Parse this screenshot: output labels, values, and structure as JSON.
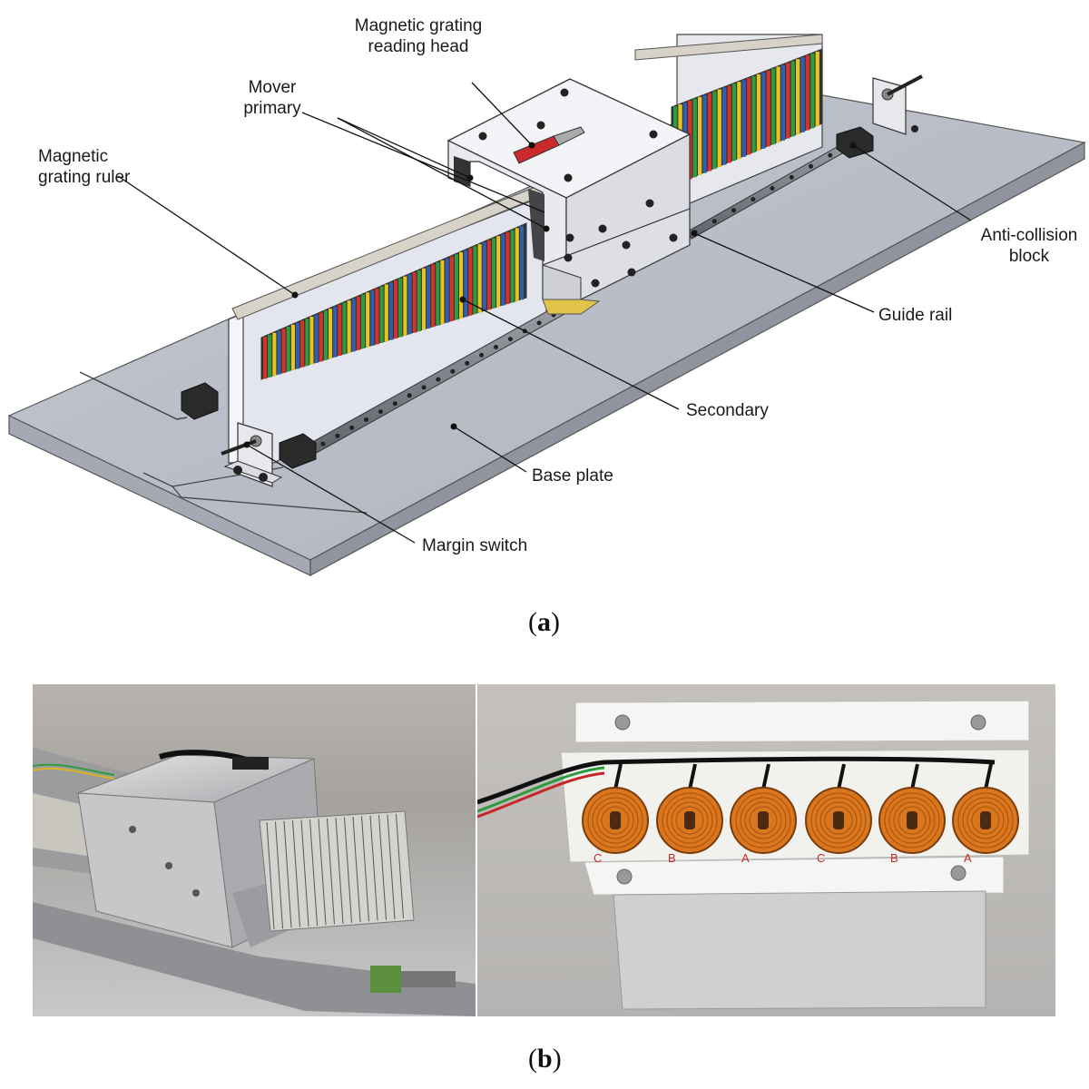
{
  "panel_a": {
    "labels": {
      "reading_head": "Magnetic grating\nreading head",
      "mover_primary": "Mover\nprimary",
      "grating_ruler": "Magnetic\ngrating ruler",
      "anti_collision": "Anti-collision\nblock",
      "guide_rail": "Guide rail",
      "secondary": "Secondary",
      "base_plate": "Base plate",
      "margin_switch": "Margin switch"
    },
    "caption_letter": "a"
  },
  "panel_b": {
    "caption_letter": "b",
    "coil_marks": [
      "C",
      "B",
      "A",
      "C",
      "B",
      "A"
    ]
  },
  "colors": {
    "plate_top": "#b9bec8",
    "plate_side": "#9da3ad",
    "body_white": "#eeeff3",
    "stripe_red": "#d6312a",
    "stripe_green": "#2e9b3c",
    "stripe_yellow": "#e6c520",
    "stripe_blue": "#2f5fb0",
    "coil": "#d9761e"
  }
}
